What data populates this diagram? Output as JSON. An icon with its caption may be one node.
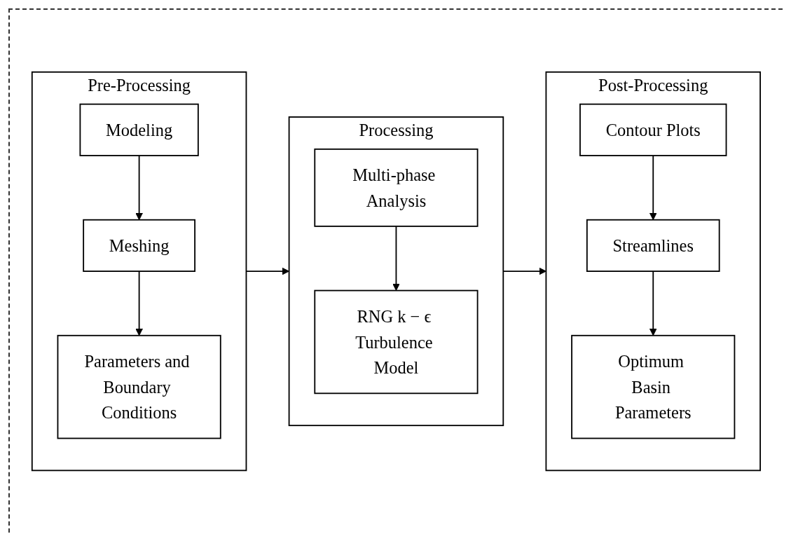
{
  "diagram": {
    "nodes": [
      {
        "text": [
          "Pre-Processing"
        ]
      },
      {
        "text": [
          "Modeling"
        ],
        "in": 0
      },
      {
        "text": [
          "Meshing"
        ],
        "in": 0
      },
      {
        "text": [
          "Parameters and Boundary Conditions"
        ],
        "in": 0
      },
      {
        "text": [
          "Processing"
        ]
      },
      {
        "text": [
          "Multi-phase Analysis"
        ],
        "in": 4
      },
      {
        "text": [
          "RNG k − ϵ Turbulence Model"
        ],
        "in": 4
      },
      {
        "text": [
          "Post-Processing"
        ]
      },
      {
        "text": [
          "Contour Plots"
        ],
        "in": 7
      },
      {
        "text": [
          "Streamlines"
        ],
        "in": 7
      },
      {
        "text": [
          "Optimum Basin Parameters"
        ],
        "in": 7
      }
    ],
    "edges": [
      {
        "from": 1,
        "to": 2,
        "arrow": "to"
      },
      {
        "from": 2,
        "to": 3,
        "arrow": "to"
      },
      {
        "from": 0,
        "to": 4,
        "arrow": "to"
      },
      {
        "from": 5,
        "to": 6,
        "arrow": "to"
      },
      {
        "from": 4,
        "to": 7,
        "arrow": "to"
      },
      {
        "from": 8,
        "to": 9,
        "arrow": "to"
      },
      {
        "from": 9,
        "to": 10,
        "arrow": "to"
      }
    ]
  }
}
